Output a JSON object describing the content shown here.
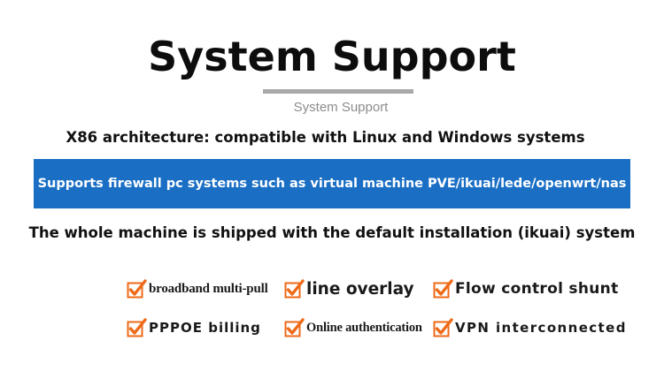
{
  "header": {
    "title": "System Support",
    "subtitle": "System Support"
  },
  "lines": {
    "architecture": "X86 architecture: compatible with Linux and Windows systems",
    "banner": "Supports firewall pc systems such as virtual machine PVE/ikuai/lede/openwrt/nas",
    "shipping": "The whole machine is shipped with the default installation (ikuai) system"
  },
  "features": [
    {
      "label": "broadband multi-pull",
      "icon": "checkbox-checked-icon"
    },
    {
      "label": "line overlay",
      "icon": "checkbox-checked-icon"
    },
    {
      "label": "Flow control shunt",
      "icon": "checkbox-checked-icon"
    },
    {
      "label": "PPPOE billing",
      "icon": "checkbox-checked-icon"
    },
    {
      "label": "Online authentication",
      "icon": "checkbox-checked-icon"
    },
    {
      "label": "VPN interconnected",
      "icon": "checkbox-checked-icon"
    }
  ],
  "colors": {
    "banner_background": "#1a6fc5",
    "banner_text": "#ffffff",
    "check_mark": "#ee6a18",
    "underline": "#a9a9a9",
    "subtitle_text": "#8c8c8c"
  }
}
